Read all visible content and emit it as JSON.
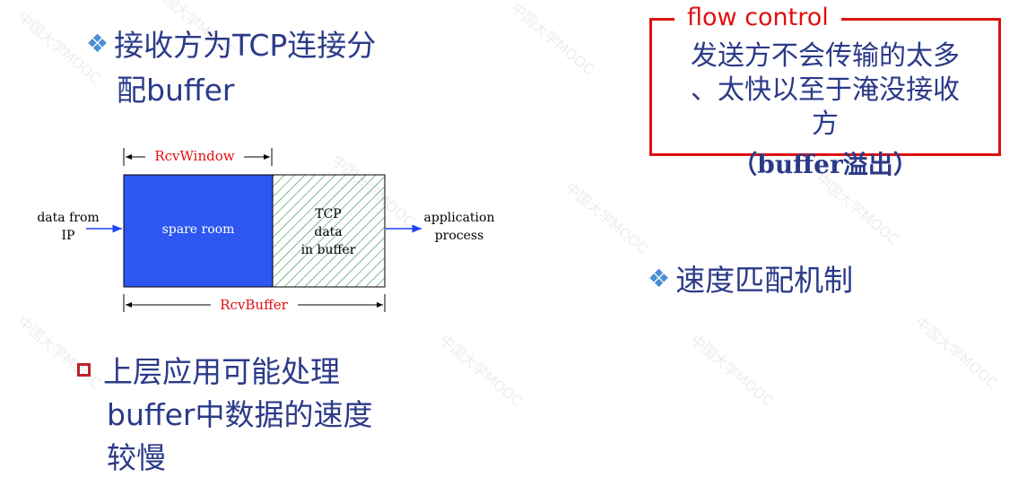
{
  "left": {
    "bullet1": {
      "icon": "diamond-bullet-icon",
      "line1": "接收方为TCP连接分",
      "line2": "配buffer"
    },
    "bullet2": {
      "icon": "square-bullet-icon",
      "line1": "上层应用可能处理",
      "line2": "buffer中数据的速度",
      "line3": "较慢"
    }
  },
  "diagram": {
    "rcv_window": "RcvWindow",
    "rcv_buffer": "RcvBuffer",
    "spare_room": "spare room",
    "tcp_data_1": "TCP",
    "tcp_data_2": "data",
    "tcp_data_3": "in buffer",
    "input_1": "data from",
    "input_2": "IP",
    "output_1": "application",
    "output_2": "process",
    "colors": {
      "spare": "#2d57f0",
      "hatch": "#2e8b57",
      "label_red": "#e01010",
      "arrow": "#2040ff"
    }
  },
  "flow_control": {
    "title": "flow control",
    "line1": "发送方不会传输的太多",
    "line2": "、太快以至于淹没接收",
    "line3": "方",
    "line4": "（buffer溢出）",
    "border_color": "#e01010"
  },
  "right": {
    "bullet3": {
      "icon": "diamond-bullet-icon",
      "text": "速度匹配机制"
    }
  },
  "watermark": "中国大学MOOC"
}
